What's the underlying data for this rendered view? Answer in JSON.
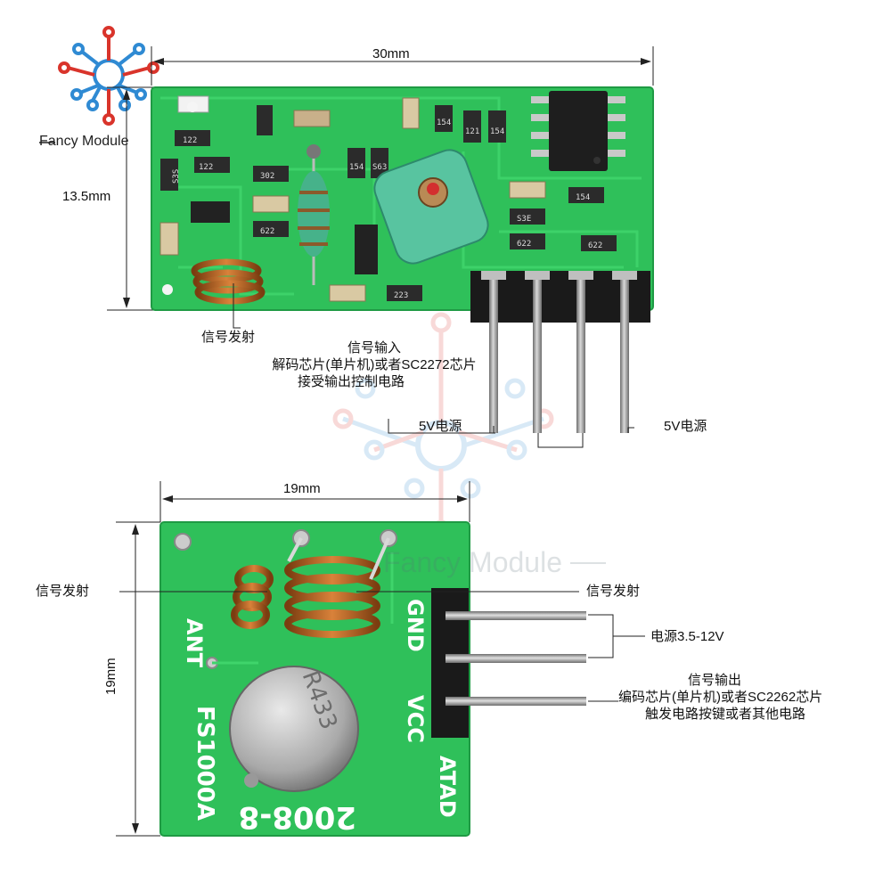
{
  "brand": {
    "logo_text": "Fancy Module",
    "watermark_text": "Fancy Module"
  },
  "receiver": {
    "width_label": "30mm",
    "height_label": "13.5mm",
    "ant_label": "信号发射",
    "signal_in_title": "信号输入",
    "signal_in_line2": "解码芯片(单片机)或者SC2272芯片",
    "signal_in_line3": "接受输出控制电路",
    "power_left": "5V电源",
    "power_right": "5V电源",
    "components": [
      "122",
      "122",
      "S3S",
      "302",
      "622",
      "223",
      "154",
      "121",
      "154",
      "154",
      "S63",
      "S3E",
      "622",
      "622",
      "154"
    ]
  },
  "transmitter": {
    "width_label": "19mm",
    "height_label": "19mm",
    "ant_left": "信号发射",
    "ant_right": "信号发射",
    "power_label": "电源3.5-12V",
    "signal_out_title": "信号输出",
    "signal_out_line2": "编码芯片(单片机)或者SC2262芯片",
    "signal_out_line3": "触发电路按键或者其他电路",
    "silk_gnd": "GND",
    "silk_vcc": "VCC",
    "silk_atad": "ATAD",
    "silk_ant": "ANT",
    "silk_model": "FS1000A",
    "silk_date": "2008-8",
    "crystal": "R433"
  },
  "colors": {
    "pcb": "#2fc05a",
    "pcb_dark": "#1f9a44",
    "copper": "#b5651d",
    "pin": "#9a9a9a",
    "logo_red": "#d9342b",
    "logo_blue": "#2f8ad3"
  }
}
